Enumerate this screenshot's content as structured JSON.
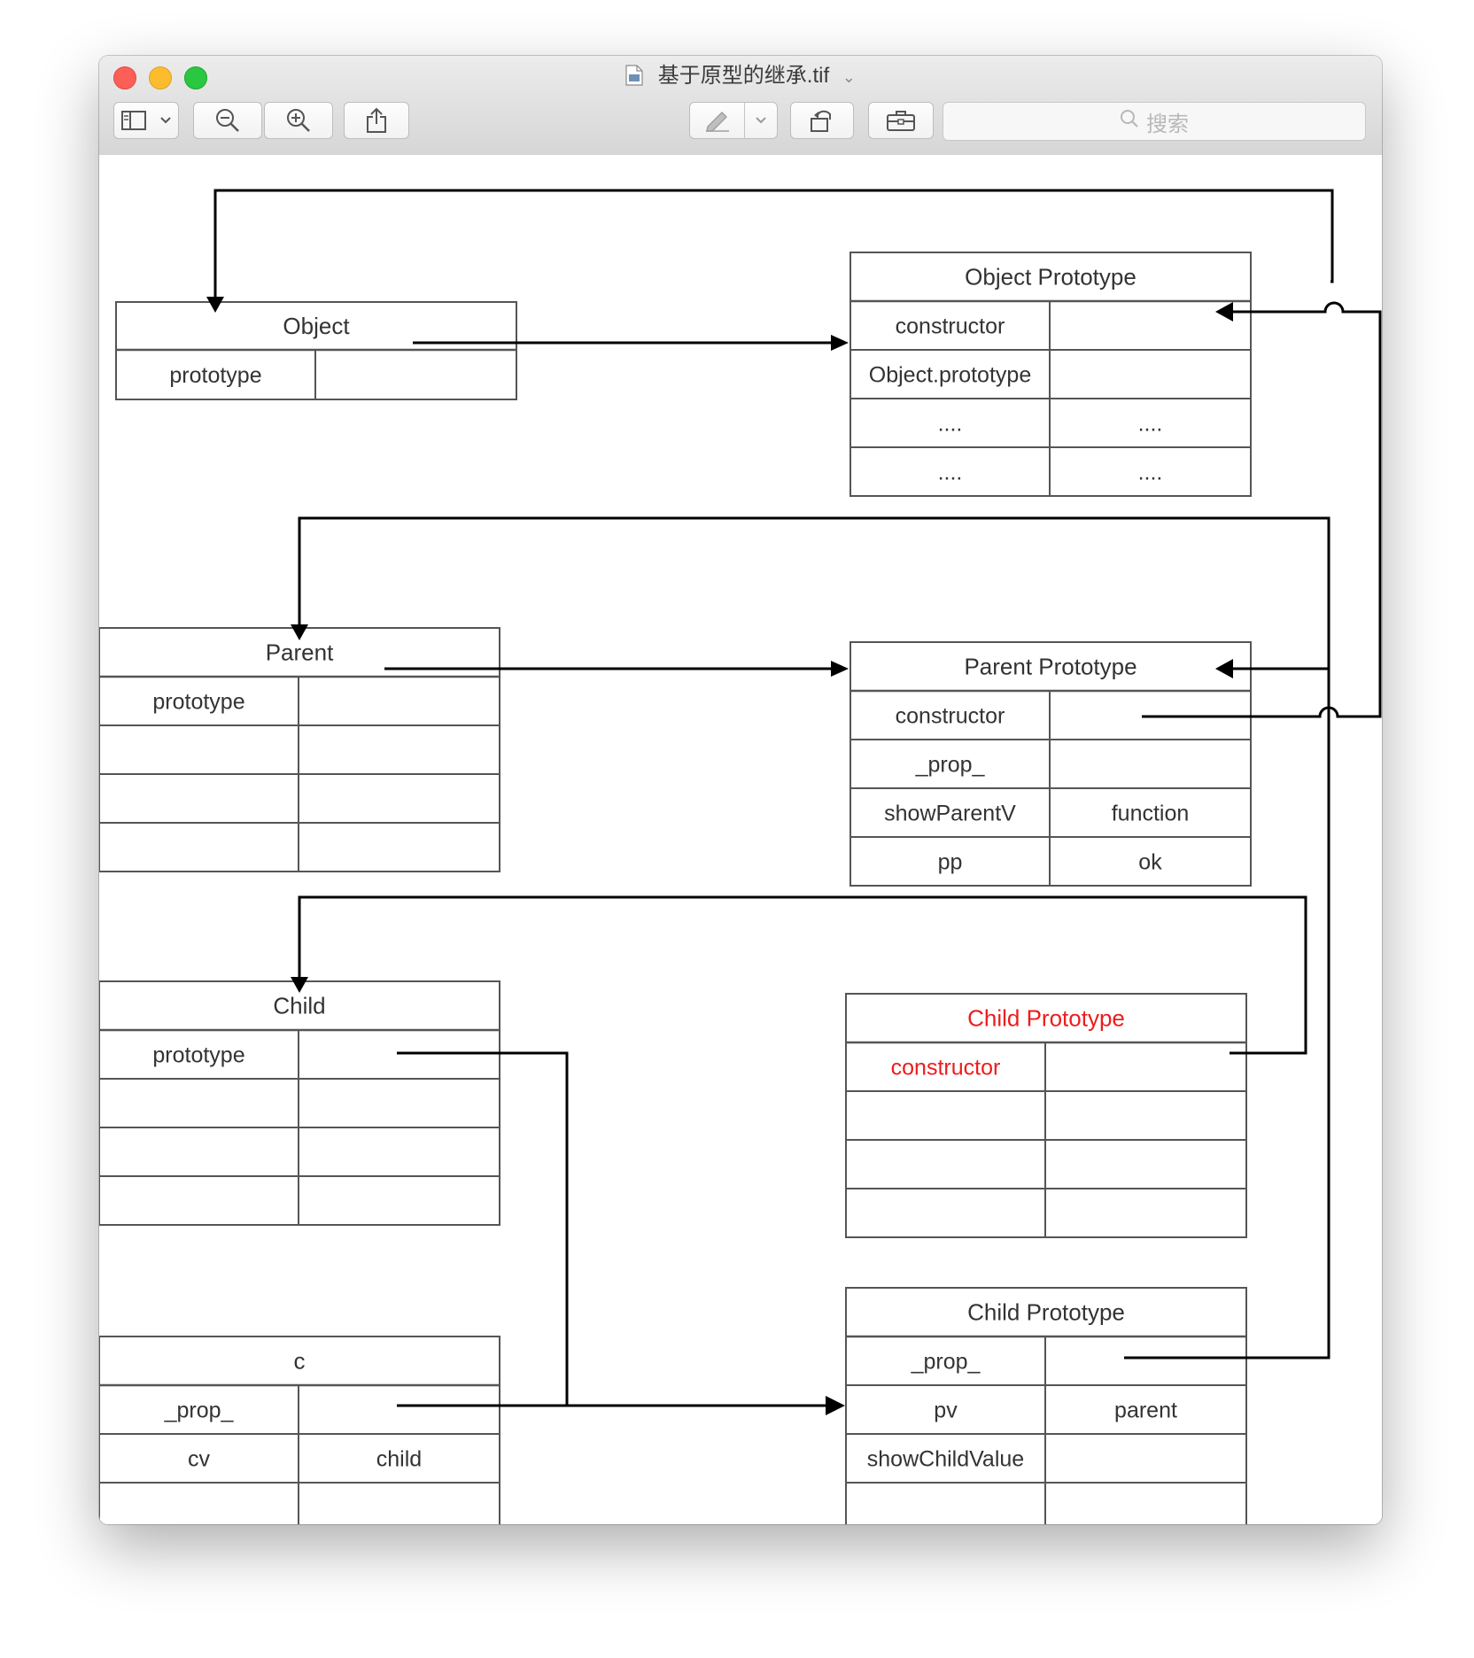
{
  "window": {
    "title": "基于原型的继承.tif",
    "search_placeholder": "搜索"
  },
  "toolbar": {
    "buttons": [
      {
        "name": "sidebar-toggle-button",
        "icon": "sidebar-icon"
      },
      {
        "name": "zoom-out-button",
        "icon": "zoom-out-icon"
      },
      {
        "name": "zoom-in-button",
        "icon": "zoom-in-icon"
      },
      {
        "name": "share-button",
        "icon": "share-icon"
      },
      {
        "name": "markup-button",
        "icon": "pen-icon"
      },
      {
        "name": "rotate-button",
        "icon": "rotate-left-icon"
      },
      {
        "name": "toolbox-button",
        "icon": "toolbox-icon"
      }
    ]
  },
  "diagram": {
    "tables": {
      "object": {
        "header": "Object",
        "rows": [
          [
            "prototype",
            ""
          ]
        ]
      },
      "object_prototype": {
        "header": "Object Prototype",
        "rows": [
          [
            "constructor",
            ""
          ],
          [
            "Object.prototype",
            ""
          ],
          [
            "....",
            "...."
          ],
          [
            "....",
            "...."
          ]
        ]
      },
      "parent": {
        "header": "Parent",
        "rows": [
          [
            "prototype",
            ""
          ],
          [
            "",
            ""
          ],
          [
            "",
            ""
          ],
          [
            "",
            ""
          ]
        ]
      },
      "parent_prototype": {
        "header": "Parent Prototype",
        "rows": [
          [
            "constructor",
            ""
          ],
          [
            "_prop_",
            ""
          ],
          [
            "showParentV",
            "function"
          ],
          [
            "pp",
            "ok"
          ]
        ]
      },
      "child": {
        "header": "Child",
        "rows": [
          [
            "prototype",
            ""
          ],
          [
            "",
            ""
          ],
          [
            "",
            ""
          ],
          [
            "",
            ""
          ]
        ]
      },
      "child_prototype_old": {
        "header": "Child Prototype",
        "rows": [
          [
            "constructor",
            ""
          ],
          [
            "",
            ""
          ],
          [
            "",
            ""
          ],
          [
            "",
            ""
          ]
        ],
        "color": "#ee1c1c"
      },
      "c_instance": {
        "header": "c",
        "rows": [
          [
            "_prop_",
            ""
          ],
          [
            "cv",
            "child"
          ],
          [
            "",
            ""
          ],
          [
            "",
            ""
          ]
        ]
      },
      "child_prototype": {
        "header": "Child Prototype",
        "rows": [
          [
            "_prop_",
            ""
          ],
          [
            "pv",
            "parent"
          ],
          [
            "showChildValue",
            ""
          ],
          [
            "",
            ""
          ]
        ]
      }
    }
  }
}
